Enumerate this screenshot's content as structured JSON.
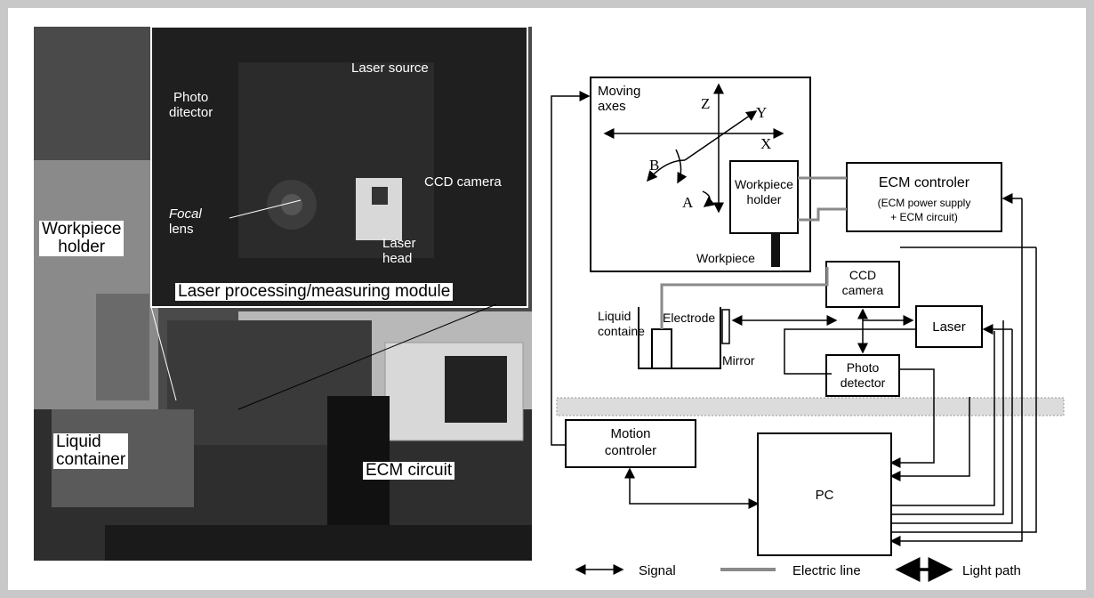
{
  "photo": {
    "labels": {
      "photo_detector": "Photo\nditector",
      "laser_source": "Laser source",
      "ccd_camera": "CCD camera",
      "focal_lens_1": "Focal",
      "focal_lens_2": "lens",
      "laser_head_1": "Laser",
      "laser_head_2": "head",
      "workpiece_holder_1": "Workpiece",
      "workpiece_holder_2": "holder",
      "module": "Laser processing/measuring module",
      "liquid_container_1": "Liquid",
      "liquid_container_2": "container",
      "ecm_circuit": "ECM circuit"
    }
  },
  "diagram": {
    "moving_axes_1": "Moving",
    "moving_axes_2": "axes",
    "axis_z": "Z",
    "axis_y": "Y",
    "axis_x": "X",
    "axis_b": "B",
    "axis_a": "A",
    "workpiece_holder_1": "Workpiece",
    "workpiece_holder_2": "holder",
    "workpiece": "Workpiece",
    "ecm_controler_title": "ECM controler",
    "ecm_controler_sub1": "(ECM power supply",
    "ecm_controler_sub2": "+ ECM circuit)",
    "ccd_camera_1": "CCD",
    "ccd_camera_2": "camera",
    "electrode": "Electrode",
    "liquid_container_1": "Liquid",
    "liquid_container_2": "containe",
    "mirror": "Mirror",
    "laser": "Laser",
    "photo_detector_1": "Photo",
    "photo_detector_2": "detector",
    "motion_controler_1": "Motion",
    "motion_controler_2": "controler",
    "pc": "PC"
  },
  "legend": {
    "signal": "Signal",
    "electric_line": "Electric line",
    "light_path": "Light path"
  }
}
